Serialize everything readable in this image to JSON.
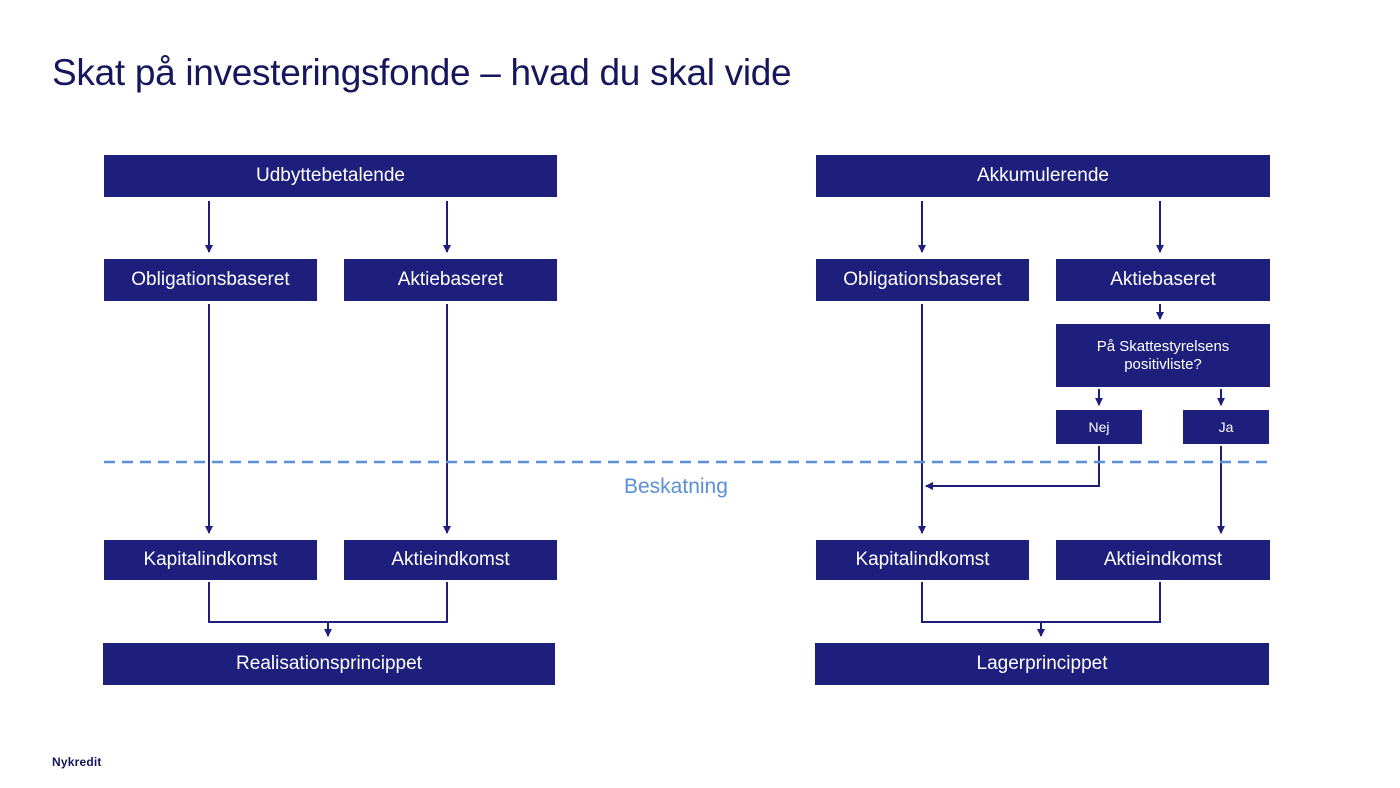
{
  "title": "Skat på investeringsfonde – hvad du skal vide",
  "taxation_label": "Beskatning",
  "logo_text": "Nykredit",
  "colors": {
    "box": "#1e1e7d",
    "text_dark": "#16165c",
    "dashed_line": "#5b8fd6"
  },
  "left": {
    "top": "Udbyttebetalende",
    "bond": "Obligationsbaseret",
    "equity": "Aktiebaseret",
    "capital_income": "Kapitalindkomst",
    "share_income": "Aktieindkomst",
    "principle": "Realisationsprincippet"
  },
  "right": {
    "top": "Akkumulerende",
    "bond": "Obligationsbaseret",
    "equity": "Aktiebaseret",
    "question": "På Skattestyrelsens positivliste?",
    "no": "Nej",
    "yes": "Ja",
    "capital_income": "Kapitalindkomst",
    "share_income": "Aktieindkomst",
    "principle": "Lagerprincippet"
  }
}
